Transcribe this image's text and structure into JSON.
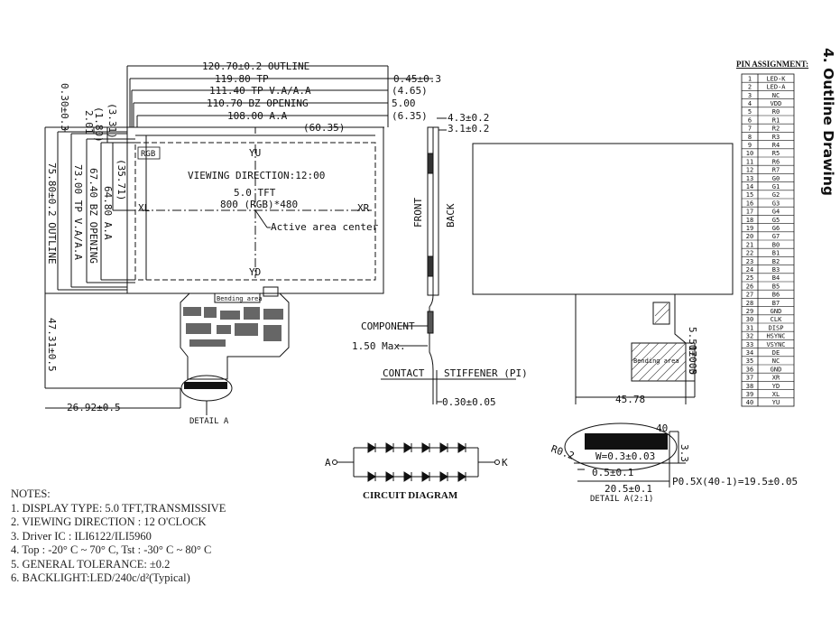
{
  "title": "4. Outline Drawing",
  "front_view": {
    "top_dims": [
      "120.70±0.2 OUTLINE",
      "119.80 TP",
      "111.40 TP V.A/A.A",
      "110.70 BZ OPENING",
      "108.00 A.A",
      "(60.35)"
    ],
    "top_right_dims": [
      "0.45±0.3",
      "(4.65)",
      "5.00",
      "(6.35)"
    ],
    "left_dims": [
      "0.30±0.3",
      "2.01",
      "(1.80)",
      "(3.31)",
      "(35.71)",
      "64.80 A.A",
      "67.40 BZ OPENING",
      "73.00 TP V.A/A.A",
      "75.80±0.2 OUTLINE",
      "47.31±0.5"
    ],
    "bottom_dim": "26.92±0.5",
    "rgb_label": "RGB",
    "viewing_direction": "VIEWING DIRECTION:12:00",
    "tft_size": "5.0 TFT",
    "resolution": "800 (RGB)*480",
    "yu": "YU",
    "yd": "YD",
    "xl": "XL",
    "xr": "XR",
    "active_center": "Active area center",
    "bending_area": "Bending area",
    "detail_label": "DETAIL A"
  },
  "side_view": {
    "dims": [
      "4.3±0.2",
      "3.1±0.2"
    ],
    "front": "FRONT",
    "back": "BACK",
    "component": "COMPONENT",
    "max_label": "1.50 Max.",
    "contact": "CONTACT",
    "stiffener": "STIFFENER (PI)",
    "thickness": "0.30±0.05"
  },
  "back_view": {
    "bending_area": "Bending area",
    "dim_bottom": "45.78",
    "dims_right": [
      "5.50±0.5",
      "17.00"
    ]
  },
  "detail": {
    "pin_count": "40",
    "width": "W=0.3±0.03",
    "radius": "R0.2",
    "gap": "0.5±0.1",
    "height": "3.3",
    "length": "20.5±0.1",
    "pitch": "P0.5X(40-1)=19.5±0.05",
    "label": "DETAIL A(2:1)"
  },
  "circuit": {
    "title": "CIRCUIT DIAGRAM",
    "anode": "A",
    "cathode": "K"
  },
  "pin_assignment": {
    "title": "PIN ASSIGNMENT:",
    "pins": [
      [
        "1",
        "LED-K"
      ],
      [
        "2",
        "LED-A"
      ],
      [
        "3",
        "NC"
      ],
      [
        "4",
        "VDD"
      ],
      [
        "5",
        "R0"
      ],
      [
        "6",
        "R1"
      ],
      [
        "7",
        "R2"
      ],
      [
        "8",
        "R3"
      ],
      [
        "9",
        "R4"
      ],
      [
        "10",
        "R5"
      ],
      [
        "11",
        "R6"
      ],
      [
        "12",
        "R7"
      ],
      [
        "13",
        "G0"
      ],
      [
        "14",
        "G1"
      ],
      [
        "15",
        "G2"
      ],
      [
        "16",
        "G3"
      ],
      [
        "17",
        "G4"
      ],
      [
        "18",
        "G5"
      ],
      [
        "19",
        "G6"
      ],
      [
        "20",
        "G7"
      ],
      [
        "21",
        "B0"
      ],
      [
        "22",
        "B1"
      ],
      [
        "23",
        "B2"
      ],
      [
        "24",
        "B3"
      ],
      [
        "25",
        "B4"
      ],
      [
        "26",
        "B5"
      ],
      [
        "27",
        "B6"
      ],
      [
        "28",
        "B7"
      ],
      [
        "29",
        "GND"
      ],
      [
        "30",
        "CLK"
      ],
      [
        "31",
        "DISP"
      ],
      [
        "32",
        "HSYNC"
      ],
      [
        "33",
        "VSYNC"
      ],
      [
        "34",
        "DE"
      ],
      [
        "35",
        "NC"
      ],
      [
        "36",
        "GND"
      ],
      [
        "37",
        "XR"
      ],
      [
        "38",
        "YD"
      ],
      [
        "39",
        "XL"
      ],
      [
        "40",
        "YU"
      ]
    ]
  },
  "notes": {
    "heading": "NOTES:",
    "items": [
      "1. DISPLAY TYPE: 5.0 TFT,TRANSMISSIVE",
      "2. VIEWING DIRECTION : 12 O'CLOCK",
      "3. Driver IC : ILI6122/ILI5960",
      "4. Top : -20° C ~ 70° C, Tst : -30° C ~ 80° C",
      "5. GENERAL TOLERANCE: ±0.2",
      "6. BACKLIGHT:LED/240c/d²(Typical)"
    ]
  }
}
